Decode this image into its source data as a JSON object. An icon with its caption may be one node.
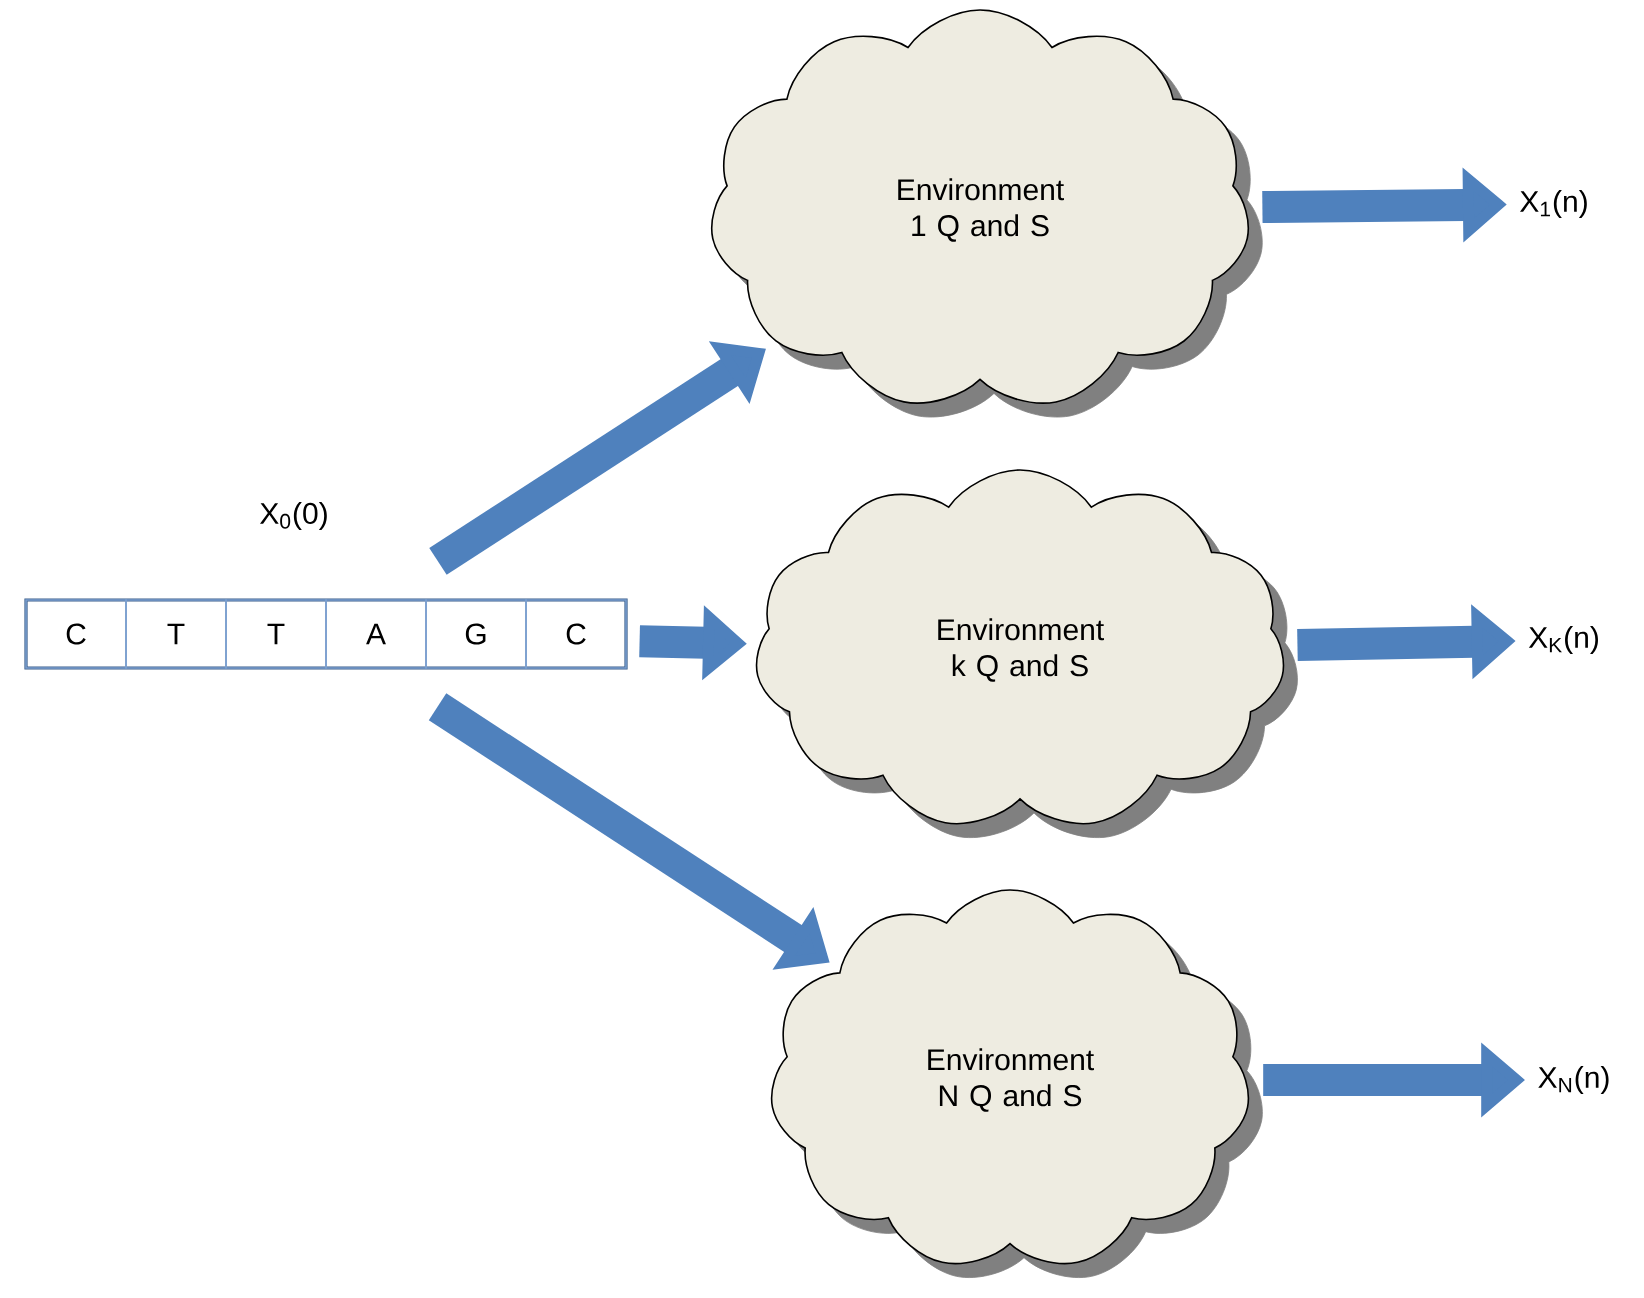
{
  "diagram": {
    "nodes": [
      {
        "text": [],
        "shape": "box"
      },
      {
        "text": [
          "C"
        ],
        "in": 0
      },
      {
        "text": [
          "T"
        ],
        "in": 0
      },
      {
        "text": [
          "T"
        ],
        "in": 0
      },
      {
        "text": [
          "A"
        ],
        "in": 0
      },
      {
        "text": [
          "G"
        ],
        "in": 0
      },
      {
        "text": [
          "C"
        ],
        "in": 0
      },
      {
        "text": [
          "Environment 1 Q and S"
        ]
      },
      {
        "text": [
          "Environment k Q and S"
        ]
      },
      {
        "text": [
          "Environment N Q and S"
        ]
      },
      {
        "text": [
          "X$_{1}$(n)"
        ]
      },
      {
        "text": [
          "X$_{K}$(n)"
        ]
      },
      {
        "text": [
          "X$_{N}$(n)"
        ]
      }
    ],
    "edges": [
      {
        "from": 0,
        "to": 7,
        "arrow": "to",
        "label": "X$_{0}$(0)"
      },
      {
        "from": 0,
        "to": 8,
        "arrow": "to"
      },
      {
        "from": 0,
        "to": 9,
        "arrow": "to"
      },
      {
        "from": 7,
        "to": 10,
        "arrow": "to"
      },
      {
        "from": 8,
        "to": 11,
        "arrow": "to"
      },
      {
        "from": 9,
        "to": 12,
        "arrow": "to"
      }
    ]
  }
}
